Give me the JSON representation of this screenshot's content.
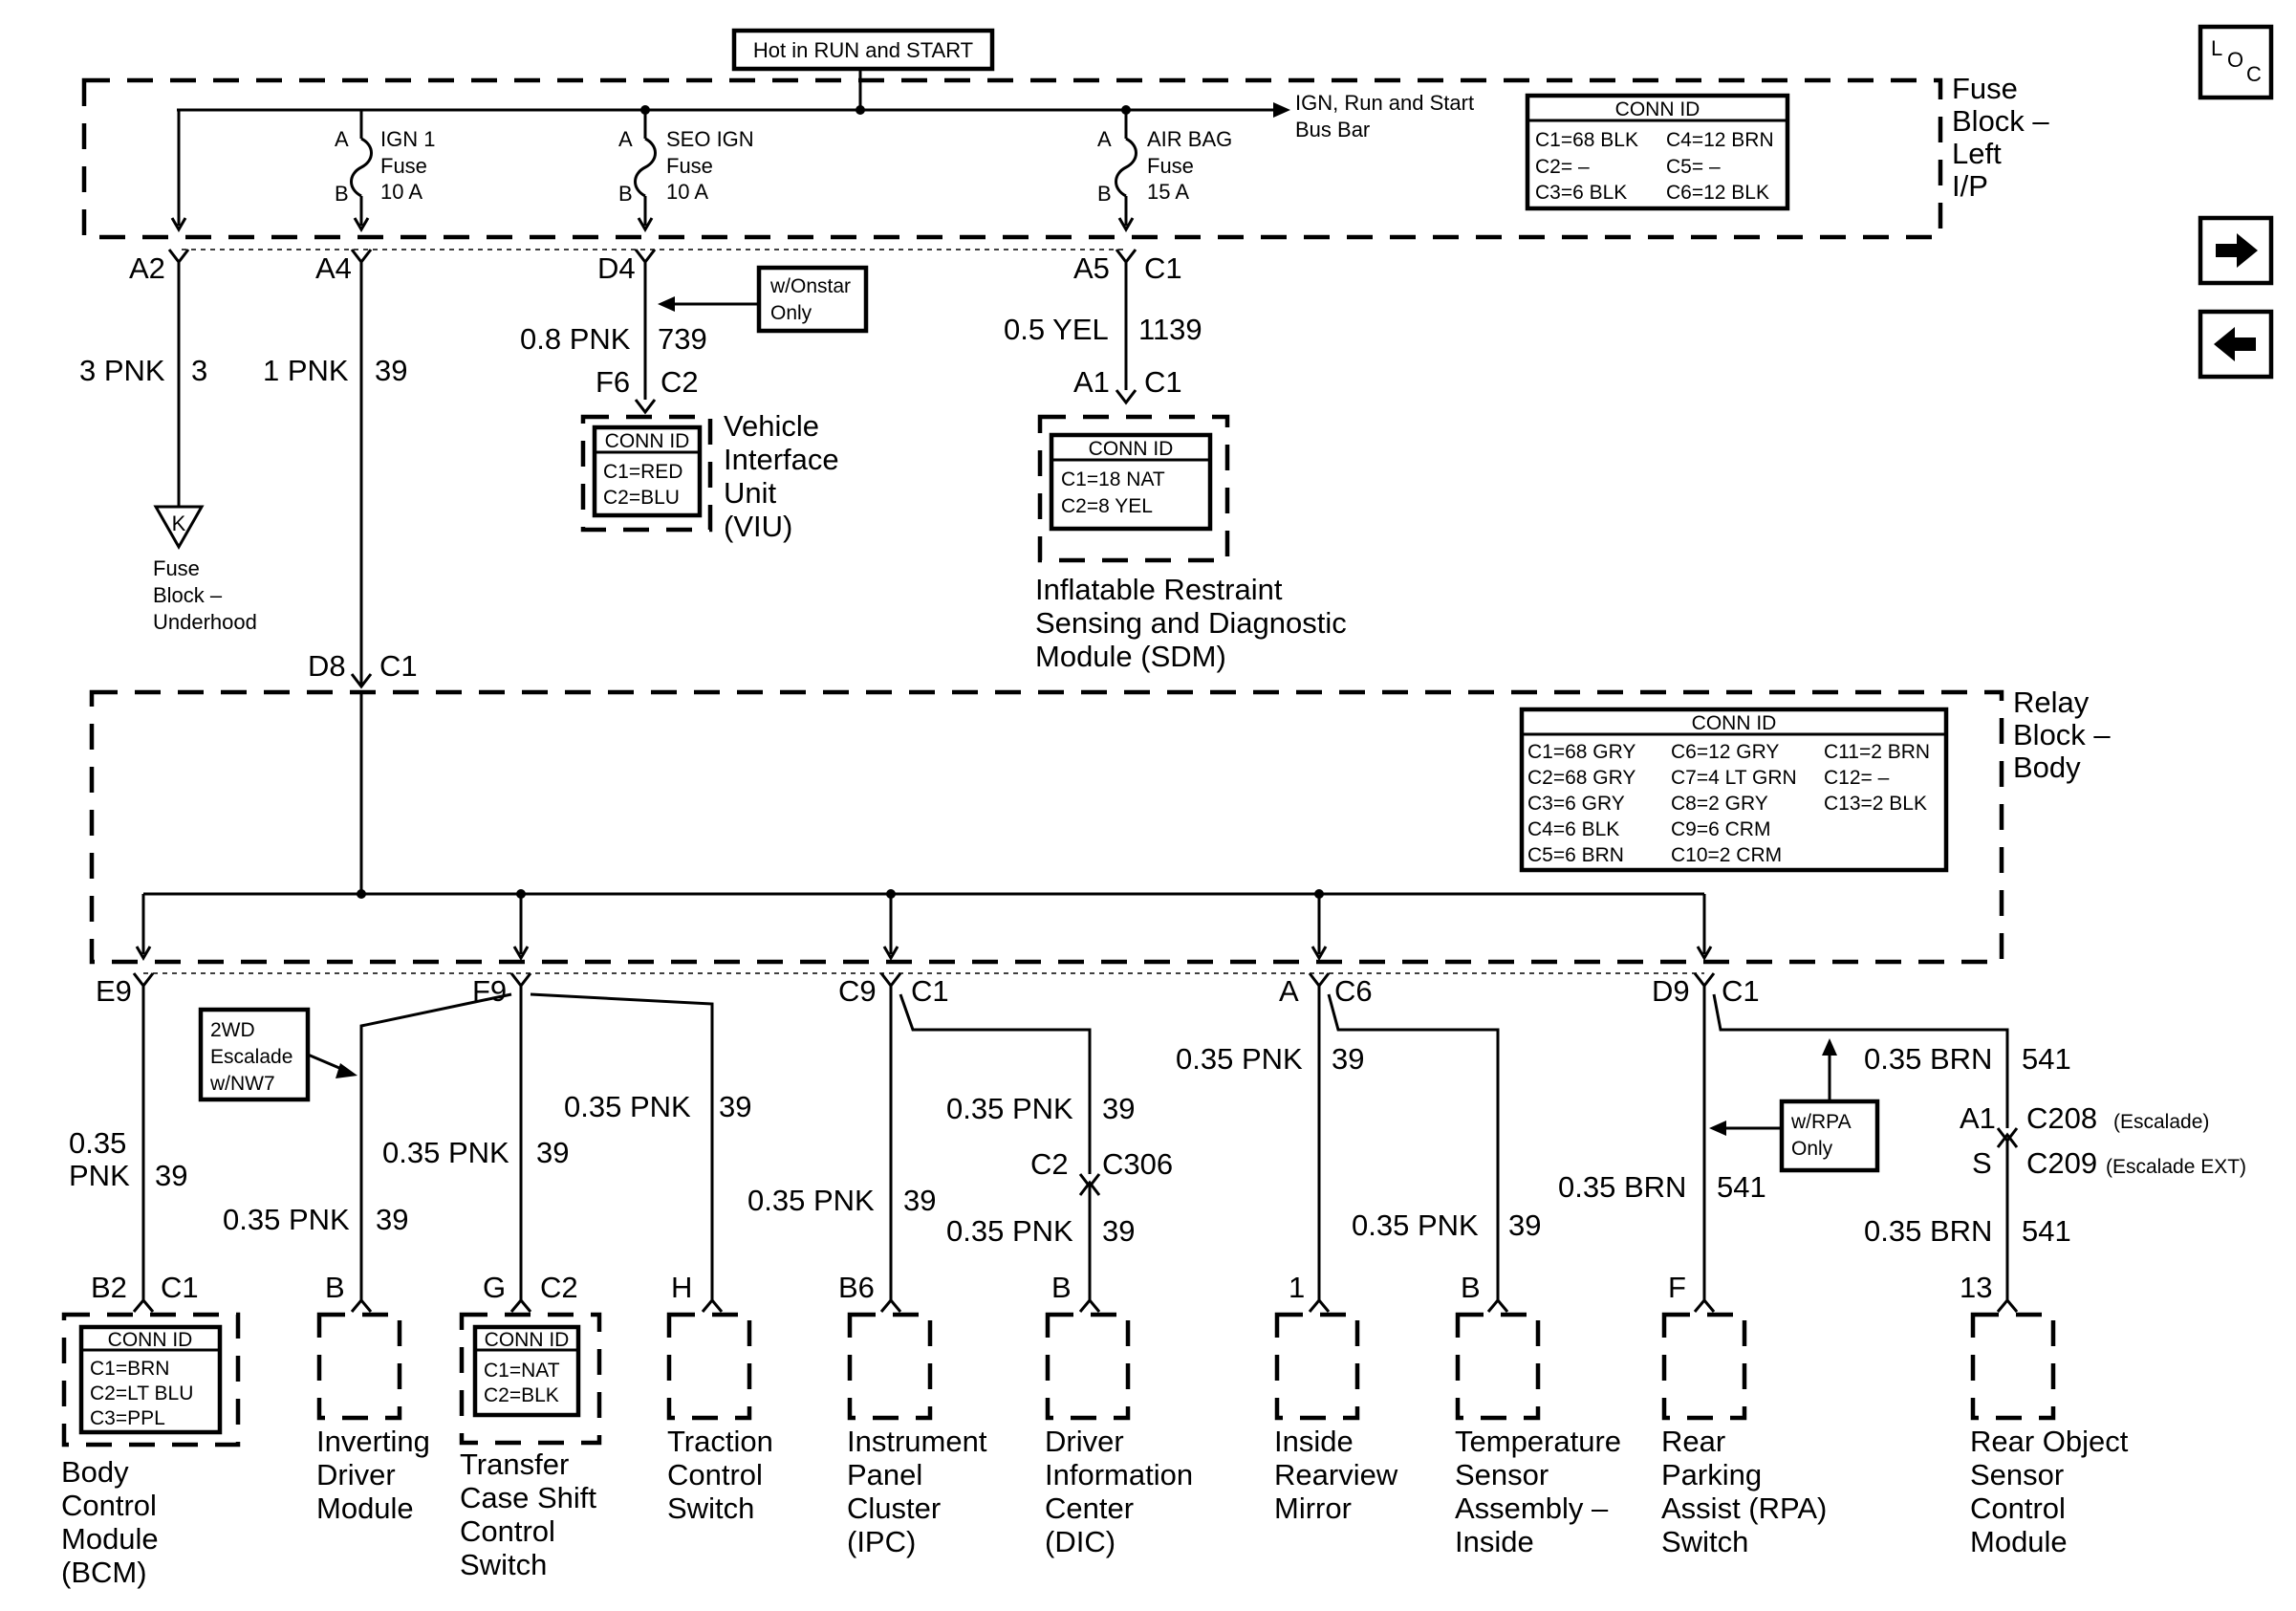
{
  "header": {
    "hot_label": "Hot in RUN and START",
    "loc_icon": "LOC"
  },
  "nav": {
    "forward_icon": "right-arrow-icon",
    "back_icon": "left-arrow-icon"
  },
  "fuse_block": {
    "name": [
      "Fuse",
      "Block –",
      "Left",
      "I/P"
    ],
    "bus": [
      "IGN, Run and Start",
      "Bus Bar"
    ],
    "conn_id": {
      "title": "CONN ID",
      "rows": [
        [
          "C1=68 BLK",
          "C4=12 BRN"
        ],
        [
          "C2=  –",
          "C5=  –"
        ],
        [
          "C3=6 BLK",
          "C6=12 BLK"
        ]
      ]
    },
    "fuses": [
      {
        "a": "A",
        "b": "B",
        "name": [
          "IGN 1",
          "Fuse",
          "10 A"
        ]
      },
      {
        "a": "A",
        "b": "B",
        "name": [
          "SEO IGN",
          "Fuse",
          "10 A"
        ]
      },
      {
        "a": "A",
        "b": "B",
        "name": [
          "AIR BAG",
          "Fuse",
          "15 A"
        ]
      }
    ],
    "pins": {
      "a2": "A2",
      "a4": "A4",
      "d4": "D4",
      "a5": "A5",
      "c1": "C1"
    }
  },
  "upper_circuits": {
    "c1": {
      "wire": "3 PNK",
      "num": "3"
    },
    "c2": {
      "wire": "1 PNK",
      "num": "39"
    },
    "c3": {
      "wire": "0.8 PNK",
      "num": "739",
      "note": [
        "w/Onstar",
        "Only"
      ]
    },
    "c4": {
      "wire": "0.5 YEL",
      "num": "1139"
    }
  },
  "underhood": {
    "symbol": "K",
    "name": [
      "Fuse",
      "Block –",
      "Underhood"
    ]
  },
  "viu": {
    "pin": "F6",
    "conn": "C2",
    "conn_id": {
      "title": "CONN ID",
      "rows": [
        "C1=RED",
        "C2=BLU"
      ]
    },
    "name": [
      "Vehicle",
      "Interface",
      "Unit",
      "(VIU)"
    ]
  },
  "sdm": {
    "pin": "A1",
    "conn": "C1",
    "conn_id": {
      "title": "CONN ID",
      "rows": [
        "C1=18 NAT",
        "C2=8 YEL"
      ]
    },
    "name": [
      "Inflatable Restraint",
      "Sensing and Diagnostic",
      "Module (SDM)"
    ]
  },
  "relay_block": {
    "in_pin": "D8",
    "in_conn": "C1",
    "name": [
      "Relay",
      "Block –",
      "Body"
    ],
    "conn_id": {
      "title": "CONN ID",
      "rows": [
        [
          "C1=68 GRY",
          "C6=12 GRY",
          "C11=2 BRN"
        ],
        [
          "C2=68 GRY",
          "C7=4 LT GRN",
          "C12=  –"
        ],
        [
          "C3=6 GRY",
          "C8=2 GRY",
          "C13=2 BLK"
        ],
        [
          "C4=6 BLK",
          "C9=6 CRM",
          ""
        ],
        [
          "C5=6 BRN",
          "C10=2 CRM",
          ""
        ]
      ]
    },
    "out": {
      "e9": "E9",
      "f9": "F9",
      "c9": "C9",
      "c9c": "C1",
      "a": "A",
      "c6": "C6",
      "d9": "D9",
      "d9c": "C1"
    }
  },
  "lower_circuits": {
    "bcm_wire": [
      "0.35",
      "PNK"
    ],
    "bcm_num": "39",
    "idm_wire": "0.35 PNK",
    "idm_num": "39",
    "tcs_wire": "0.35 PNK",
    "tcs_num": "39",
    "trac_wire": "0.35 PNK",
    "trac_num": "39",
    "ipc_wire": "0.35 PNK",
    "ipc_num": "39",
    "dic_wire1": "0.35 PNK",
    "dic_num1": "39",
    "dic_conn_pin": "C2",
    "dic_conn": "C306",
    "dic_wire2": "0.35 PNK",
    "dic_num2": "39",
    "mir_wire": "0.35 PNK",
    "mir_num": "39",
    "tmp_wire": "0.35 PNK",
    "tmp_num": "39",
    "rpa_wire": "0.35 BRN",
    "rpa_num": "541",
    "ros_wire1": "0.35 BRN",
    "ros_num1": "541",
    "ros_wire2": "0.35 BRN",
    "ros_num2": "541",
    "c208_pin": "A1",
    "c208": "C208",
    "c208_note": "(Escalade)",
    "c209_pin": "S",
    "c209": "C209",
    "c209_note": "(Escalade EXT)",
    "note_2wd": [
      "2WD",
      "Escalade",
      "w/NW7"
    ],
    "note_rpa": [
      "w/RPA",
      "Only"
    ]
  },
  "components": [
    {
      "pin": "B2",
      "conn": "C1",
      "name": [
        "Body",
        "Control",
        "Module",
        "(BCM)"
      ],
      "conn_id": {
        "title": "CONN ID",
        "rows": [
          "C1=BRN",
          "C2=LT BLU",
          "C3=PPL"
        ]
      }
    },
    {
      "pin": "B",
      "conn": "",
      "name": [
        "Inverting",
        "Driver",
        "Module"
      ]
    },
    {
      "pin": "G",
      "conn": "C2",
      "name": [
        "Transfer",
        "Case Shift",
        "Control",
        "Switch"
      ],
      "conn_id": {
        "title": "CONN ID",
        "rows": [
          "C1=NAT",
          "C2=BLK"
        ]
      }
    },
    {
      "pin": "H",
      "conn": "",
      "name": [
        "Traction",
        "Control",
        "Switch"
      ]
    },
    {
      "pin": "B6",
      "conn": "",
      "name": [
        "Instrument",
        "Panel",
        "Cluster",
        "(IPC)"
      ]
    },
    {
      "pin": "B",
      "conn": "",
      "name": [
        "Driver",
        "Information",
        "Center",
        "(DIC)"
      ]
    },
    {
      "pin": "1",
      "conn": "",
      "name": [
        "Inside",
        "Rearview",
        "Mirror"
      ]
    },
    {
      "pin": "B",
      "conn": "",
      "name": [
        "Temperature",
        "Sensor",
        "Assembly –",
        "Inside"
      ]
    },
    {
      "pin": "F",
      "conn": "",
      "name": [
        "Rear",
        "Parking",
        "Assist (RPA)",
        "Switch"
      ]
    },
    {
      "pin": "13",
      "conn": "",
      "name": [
        "Rear Object",
        "Sensor",
        "Control",
        "Module"
      ]
    }
  ]
}
